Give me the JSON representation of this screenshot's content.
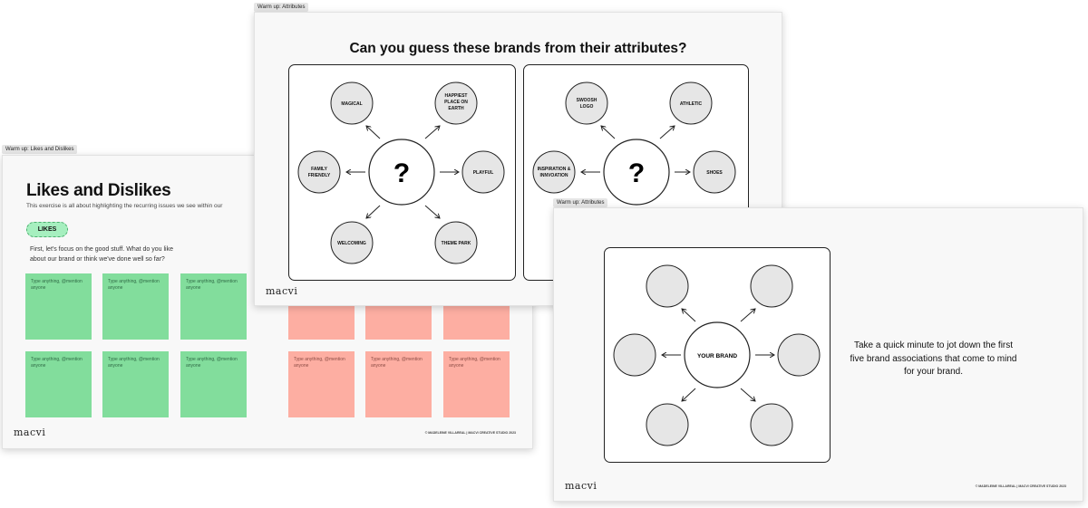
{
  "slide_left": {
    "tag": "Warm up: Likes and Dislikes",
    "title": "Likes and Dislikes",
    "subtitle": "This exercise is all about highlighting the recurring issues we see within our",
    "likes_label": "LIKES",
    "prompt_line1": "First, let's focus on the good stuff. What do you like",
    "prompt_line2": "about our brand or think we've done well so far?",
    "note_placeholder_line1": "Type anything, @mention",
    "note_placeholder_line2": "anyone",
    "logo": "macvi",
    "footer": "© MADELEINE VILLAREAL | MACVI CREATIVE STUDIO 2023"
  },
  "slide_mid": {
    "tag": "Warm up: Attributes",
    "title": "Can you guess these brands from their attributes?",
    "center": "?",
    "panel1": [
      "MAGICAL",
      "HAPPIEST PLACE ON EARTH",
      "FAMILY FRIENDLY",
      "PLAYFUL",
      "WELCOMING",
      "THEME PARK"
    ],
    "panel2": [
      "SWOOSH LOGO",
      "ATHLETIC",
      "INSPIRATION & INNVOATION",
      "SHOES"
    ],
    "logo": "macvi"
  },
  "slide_right": {
    "tag": "Warm up: Attributes",
    "center": "YOUR BRAND",
    "instruction": "Take a quick minute to jot down the first five brand associations that come to mind for your brand.",
    "logo": "macvi",
    "footer": "© MADELEINE VILLAREAL | MACVI CREATIVE STUDIO 2023"
  },
  "colors": {
    "likes": "#82dd9c",
    "dislikes": "#fdaea2",
    "likes_badge": "#a6efbf"
  }
}
